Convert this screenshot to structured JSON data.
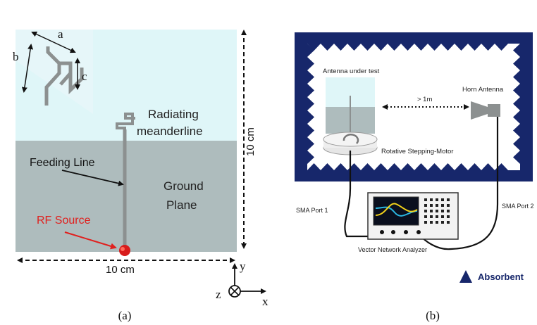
{
  "panel_a": {
    "dim_a": "a",
    "dim_b": "b",
    "dim_c": "c",
    "radiating_line1": "Radiating",
    "radiating_line2": "meanderline",
    "feeding_line": "Feeding Line",
    "ground_line1": "Ground",
    "ground_line2": "Plane",
    "rf_source": "RF Source",
    "height_dim": "10 cm",
    "width_dim": "10 cm",
    "axis_y": "y",
    "axis_z": "z",
    "axis_x": "x",
    "caption": "(a)"
  },
  "panel_b": {
    "antenna_under_test": "Antenna under test",
    "distance": "> 1m",
    "horn_antenna": "Horn Antenna",
    "stepping_motor": "Rotative Stepping-Motor",
    "sma_port1": "SMA Port 1",
    "sma_port2": "SMA Port 2",
    "vna": "Vector Network Analyzer",
    "absorbent": "Absorbent",
    "caption": "(b)"
  },
  "colors": {
    "sky": "#dff6f8",
    "ground": "#aebcbd",
    "chamber_blue": "#17276b",
    "rf_red": "#e0201e",
    "wire_gray": "#8c9090"
  }
}
